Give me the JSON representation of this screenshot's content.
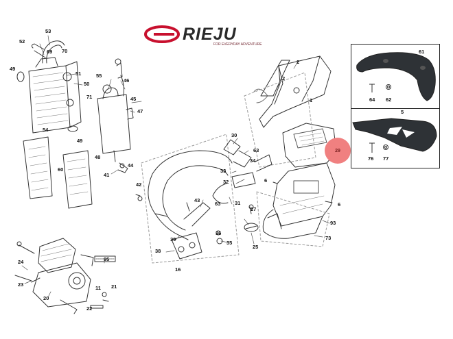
{
  "brand": {
    "name": "RIEJU",
    "tagline": "FOR EVERYDAY ADVENTURE",
    "color": "#c8102e"
  },
  "highlight": {
    "label": "29",
    "color": "#f08080"
  },
  "inset": {
    "guard_upper": {
      "part": "61",
      "bolt": "64",
      "washer": "62"
    },
    "guard_lower": {
      "part": "5",
      "bolt": "76",
      "washer": "77"
    }
  },
  "callouts": {
    "c53": "53",
    "c52": "52",
    "c69": "69",
    "c70": "70",
    "c49a": "49",
    "c51": "51",
    "c50": "50",
    "c55": "55",
    "c46": "46",
    "c71": "71",
    "c45": "45",
    "c47": "47",
    "c54": "54",
    "c49b": "49",
    "c48": "48",
    "c60": "60",
    "c41": "41",
    "c44": "44",
    "c2a": "2",
    "c2b": "2",
    "c1": "1",
    "c30": "30",
    "c63a": "63",
    "c34": "34",
    "c33": "33",
    "c32": "32",
    "c6a": "6",
    "c63b": "63",
    "c31": "31",
    "c27": "27",
    "c42": "42",
    "c43": "43",
    "c6b": "6",
    "c93": "93",
    "c39": "39",
    "c36": "36",
    "c35": "35",
    "c38": "38",
    "c25": "25",
    "c73": "73",
    "c16": "16",
    "c24": "24",
    "c23": "23",
    "c20": "20",
    "c95": "95",
    "c11": "11",
    "c21": "21",
    "c22": "22"
  }
}
